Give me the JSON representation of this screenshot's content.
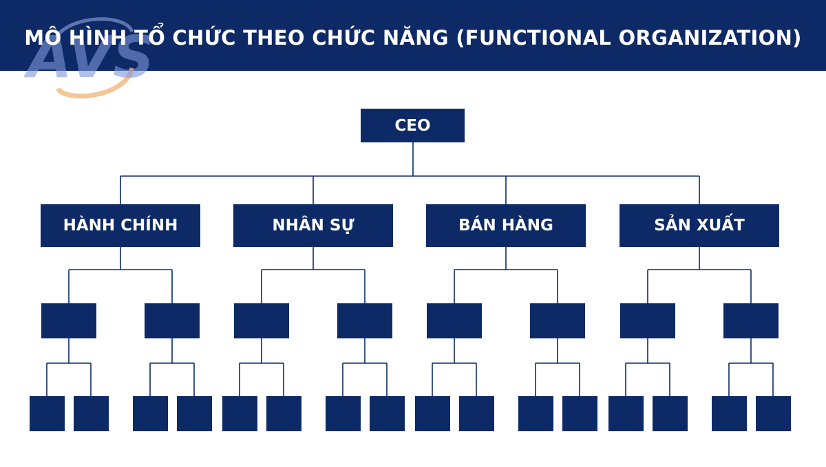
{
  "header": {
    "title": "MÔ HÌNH TỔ CHỨC THEO CHỨC NĂNG (FUNCTIONAL ORGANIZATION)",
    "background_color": "#0d2a66",
    "logo_text": "AVS"
  },
  "org_chart": {
    "box_color": "#0d2a66",
    "root": {
      "label": "CEO"
    },
    "departments": [
      {
        "label": "HÀNH CHÍNH"
      },
      {
        "label": "NHÂN SỰ"
      },
      {
        "label": "BÁN HÀNG"
      },
      {
        "label": "SẢN XUẤT"
      }
    ],
    "units_per_department": 2,
    "subunits_per_unit": 2
  }
}
